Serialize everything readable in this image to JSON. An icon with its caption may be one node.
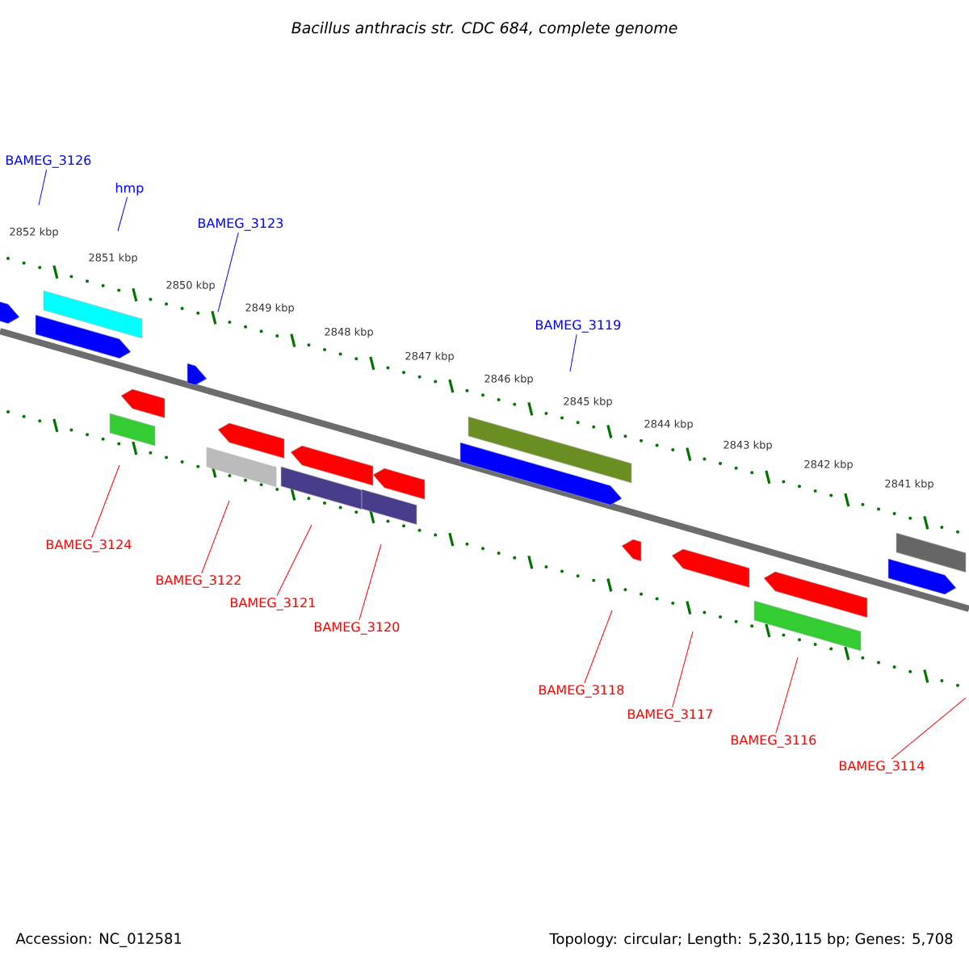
{
  "diagram": {
    "title": "Bacillus anthracis str. CDC 684, complete genome",
    "nodes": [
      {
        "text": [
          "BAMEG_3126"
        ]
      },
      {
        "text": [
          "hmp"
        ]
      },
      {
        "text": [
          "BAMEG_3123"
        ]
      },
      {
        "text": [
          "BAMEG_3119"
        ]
      },
      {
        "text": [
          "BAMEG_3124"
        ]
      },
      {
        "text": [
          "BAMEG_3122"
        ]
      },
      {
        "text": [
          "BAMEG_3121"
        ]
      },
      {
        "text": [
          "BAMEG_3120"
        ]
      },
      {
        "text": [
          "BAMEG_3118"
        ]
      },
      {
        "text": [
          "BAMEG_3117"
        ]
      },
      {
        "text": [
          "BAMEG_3116"
        ]
      },
      {
        "text": [
          "BAMEG_3114"
        ]
      }
    ],
    "edges": [
      {
        "from": 0,
        "to": null,
        "arrow": "none",
        "color": "#0000ff"
      },
      {
        "from": 1,
        "to": null,
        "arrow": "none",
        "color": "#0000ff"
      },
      {
        "from": 2,
        "to": null,
        "arrow": "none",
        "color": "#0000ff"
      },
      {
        "from": 3,
        "to": null,
        "arrow": "none",
        "color": "#0000ff"
      },
      {
        "from": 4,
        "to": null,
        "arrow": "none"
      },
      {
        "from": 5,
        "to": null,
        "arrow": "none"
      },
      {
        "from": 6,
        "to": null,
        "arrow": "none"
      },
      {
        "from": 7,
        "to": null,
        "arrow": "none"
      },
      {
        "from": 8,
        "to": null,
        "arrow": "none"
      },
      {
        "from": 9,
        "to": null,
        "arrow": "none"
      },
      {
        "from": 10,
        "to": null,
        "arrow": "none"
      },
      {
        "from": 11,
        "to": null,
        "arrow": "none"
      }
    ],
    "labels": [
      "2852 kbp",
      "2851 kbp",
      "2850 kbp",
      "2849 kbp",
      "2848 kbp",
      "2847 kbp",
      "2846 kbp",
      "2845 kbp",
      "2844 kbp",
      "2843 kbp",
      "2842 kbp",
      "2841 kbp",
      "Accession: NC_012581",
      "Topology: circular; Length: 5,230,115 bp; Genes: 5,708"
    ]
  }
}
